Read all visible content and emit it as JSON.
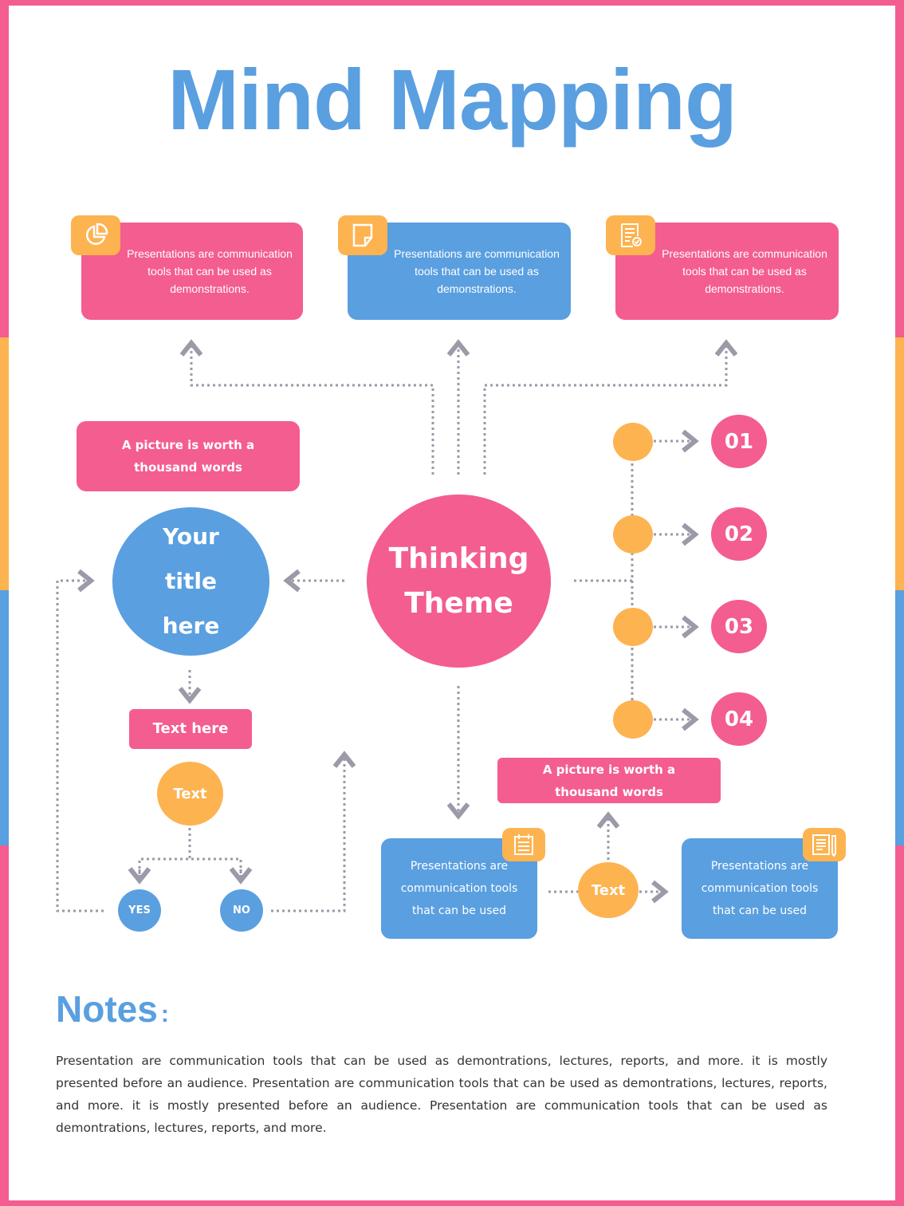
{
  "title": "Mind Mapping",
  "colors": {
    "pink": "#F45D8F",
    "blue": "#5A9FE0",
    "orange": "#FDB350",
    "connector": "#9A9AA8"
  },
  "top_boxes": [
    {
      "text": "Presentations are communication tools that can be used as demonstrations.",
      "icon": "pie-chart-icon"
    },
    {
      "text": "Presentations are communication tools that can be used as demonstrations.",
      "icon": "note-icon"
    },
    {
      "text": "Presentations are communication tools that can be used as demonstrations.",
      "icon": "checklist-icon"
    }
  ],
  "left_banner": "A picture is worth a thousand words",
  "left_circle": "Your title here",
  "center": "Thinking Theme",
  "text_here": "Text here",
  "text_circle": "Text",
  "yes": "YES",
  "no": "NO",
  "numbers": [
    "01",
    "02",
    "03",
    "04"
  ],
  "right_banner": "A picture is worth a thousand words",
  "bottom_boxes": [
    {
      "text": "Presentations are communication tools that can be used",
      "icon": "calendar-list-icon"
    },
    {
      "text": "Presentations are communication tools that can be used",
      "icon": "document-pencil-icon"
    }
  ],
  "bottom_text_circle": "Text",
  "notes": {
    "heading": "Notes",
    "colon": ":",
    "body": "Presentation are communication tools that can be used as demontrations, lectures, reports, and more. it is mostly presented before an audience. Presentation are communication tools that can be used as demontrations, lectures, reports, and more. it is mostly presented before an audience. Presentation are communication tools that can be used as demontrations, lectures, reports, and more."
  }
}
